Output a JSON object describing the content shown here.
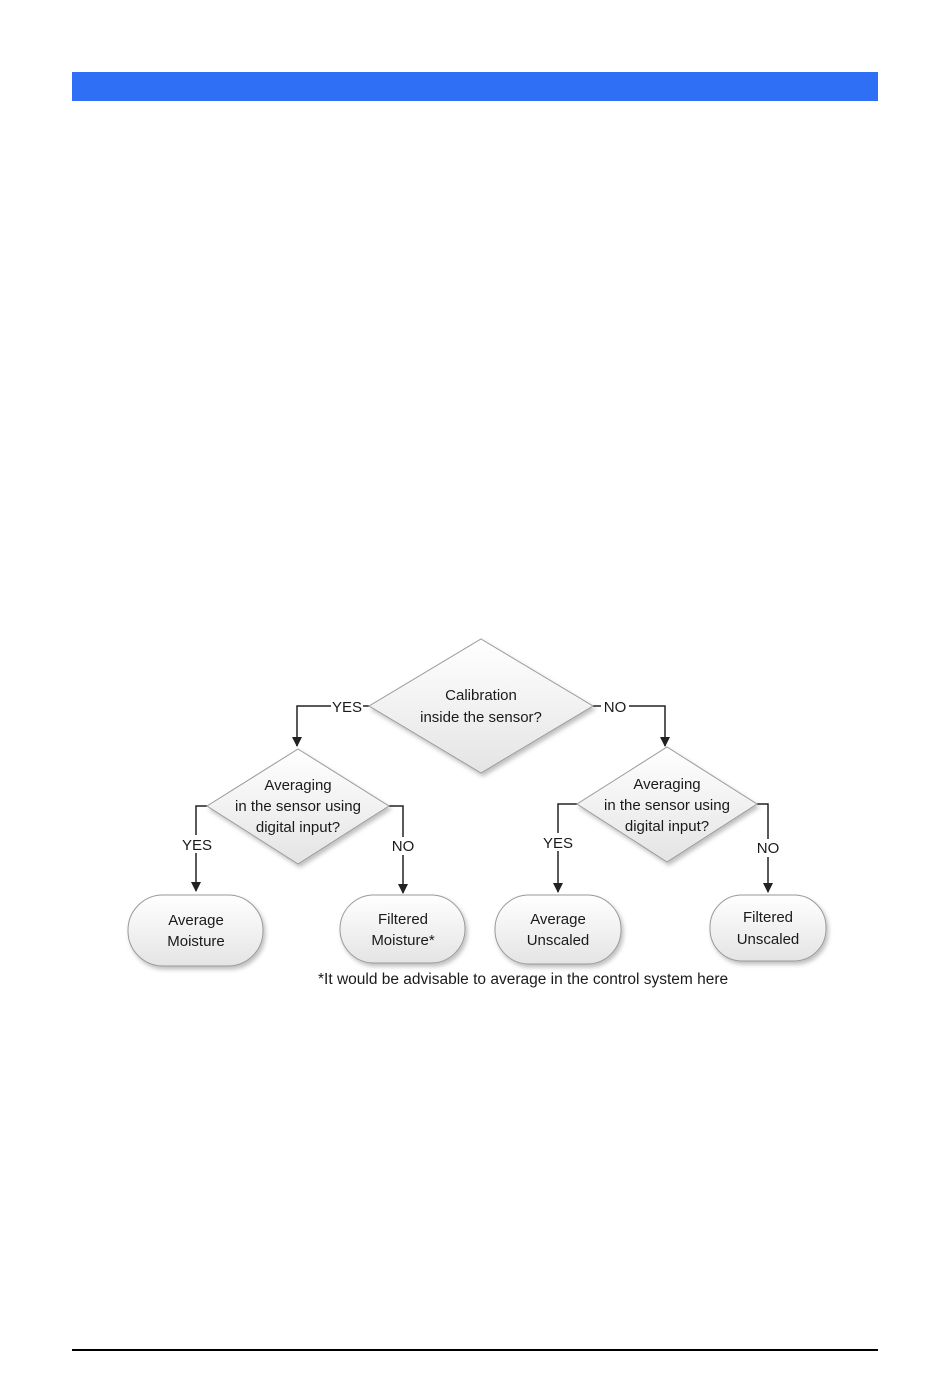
{
  "diagram": {
    "root_decision": {
      "line1": "Calibration",
      "line2": "inside the sensor?"
    },
    "root_yes": "YES",
    "root_no": "NO",
    "left_decision": {
      "line1": "Averaging",
      "line2": "in the sensor using",
      "line3": "digital input?"
    },
    "left_yes": "YES",
    "left_no": "NO",
    "right_decision": {
      "line1": "Averaging",
      "line2": "in the sensor using",
      "line3": "digital input?"
    },
    "right_yes": "YES",
    "right_no": "NO",
    "outcomes": [
      {
        "line1": "Average",
        "line2": "Moisture"
      },
      {
        "line1": "Filtered",
        "line2": "Moisture*"
      },
      {
        "line1": "Average",
        "line2": "Unscaled"
      },
      {
        "line1": "Filtered",
        "line2": "Unscaled"
      }
    ],
    "footnote": "*It would be advisable to average in the control system here"
  },
  "colors": {
    "header_bar": "#2e6ff6",
    "shape_fill": "#efefef",
    "shape_stroke": "#9a9a9a",
    "line": "#222222"
  }
}
